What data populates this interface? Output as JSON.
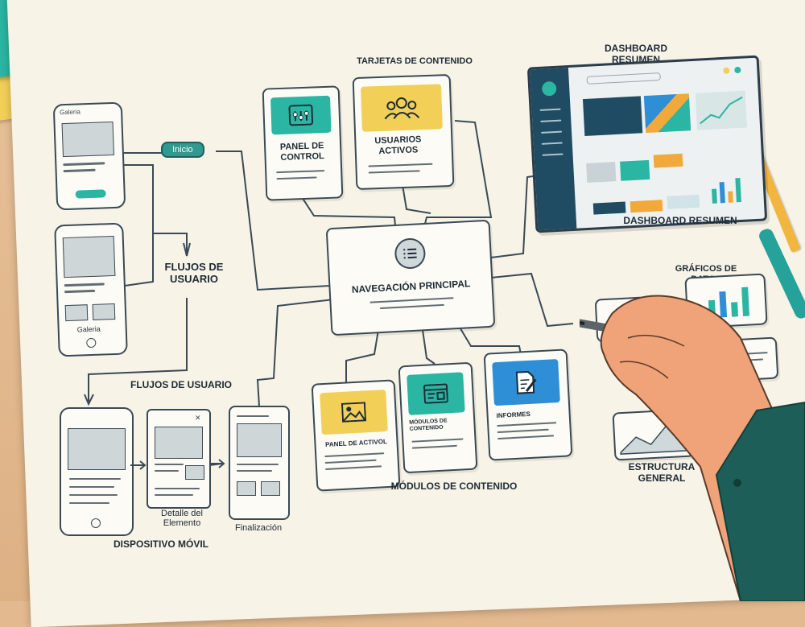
{
  "labels": {
    "tarjetas": "TARJETAS DE CONTENIDO",
    "dashboard_top": "DASHBOARD RESUMEN",
    "dashboard_bottom": "DASHBOARD RESUMEN",
    "inicio": "Inicio",
    "galeria": "Galeria",
    "flujos_1": "FLUJOS DE USUARIO",
    "flujos_2": "FLUJOS DE USUARIO",
    "navegacion": "NAVEGACIÓN PRINCIPAL",
    "graficos": "GRÁFICOS DE DATOS",
    "modulos": "MÓDULOS DE CONTENIDO",
    "estructura": "ESTRUCTURA GENERAL",
    "dispositivo": "DISPOSITIVO MÓVIL",
    "detalle": "Detalle del Elemento",
    "finalizacion": "Finalización"
  },
  "cards": {
    "panel_control": "PANEL DE CONTROL",
    "usuarios_activos": "USUARIOS ACTIVOS",
    "panel_activol": "PANEL DE ACTIVOL",
    "modulos_contenido": "MÓDULOS DE CONTENIDO",
    "informes": "INFORMES"
  },
  "icons": [
    "sliders-icon",
    "users-icon",
    "list-icon",
    "image-icon",
    "window-icon",
    "document-pen-icon",
    "chart-icon"
  ],
  "colors": {
    "teal": "#2bb5a3",
    "yellow": "#f2cf57",
    "blue": "#2f8fd6",
    "navy": "#1f4b63",
    "ink": "#3a4a55"
  }
}
